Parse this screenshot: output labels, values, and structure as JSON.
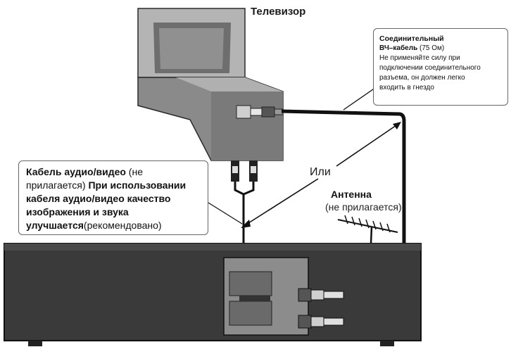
{
  "labels": {
    "tv": "Телевизор",
    "or": "Или",
    "antenna_title": "Антенна",
    "antenna_note": "(не прилагается)"
  },
  "rf_callout": {
    "title_line1": "Соединительный",
    "title_line2_bold": "ВЧ–кабель",
    "title_line2_rest": " (75 Ом)",
    "note_lines": [
      "Не применяйте силу при",
      "подключении соединительного",
      "разъема, он должен легко",
      "входить в гнездо"
    ]
  },
  "av_callout": {
    "bold_1": "Кабель аудио/видео",
    "normal_1": " (не",
    "normal_2": "прилагается) ",
    "bold_2": "При использовании",
    "bold_3": "кабеля аудио/видео качество",
    "bold_4": "изображения и звука",
    "bold_5": "улучшается",
    "normal_3": "(рекомендовано)"
  },
  "colors": {
    "line": "#1a1a1a",
    "tv_body": "#9a9a9a",
    "tv_dark": "#555555",
    "vcr_body": "#3a3a3a",
    "panel": "#8c8c8c",
    "connector": "#cfcfcf"
  }
}
